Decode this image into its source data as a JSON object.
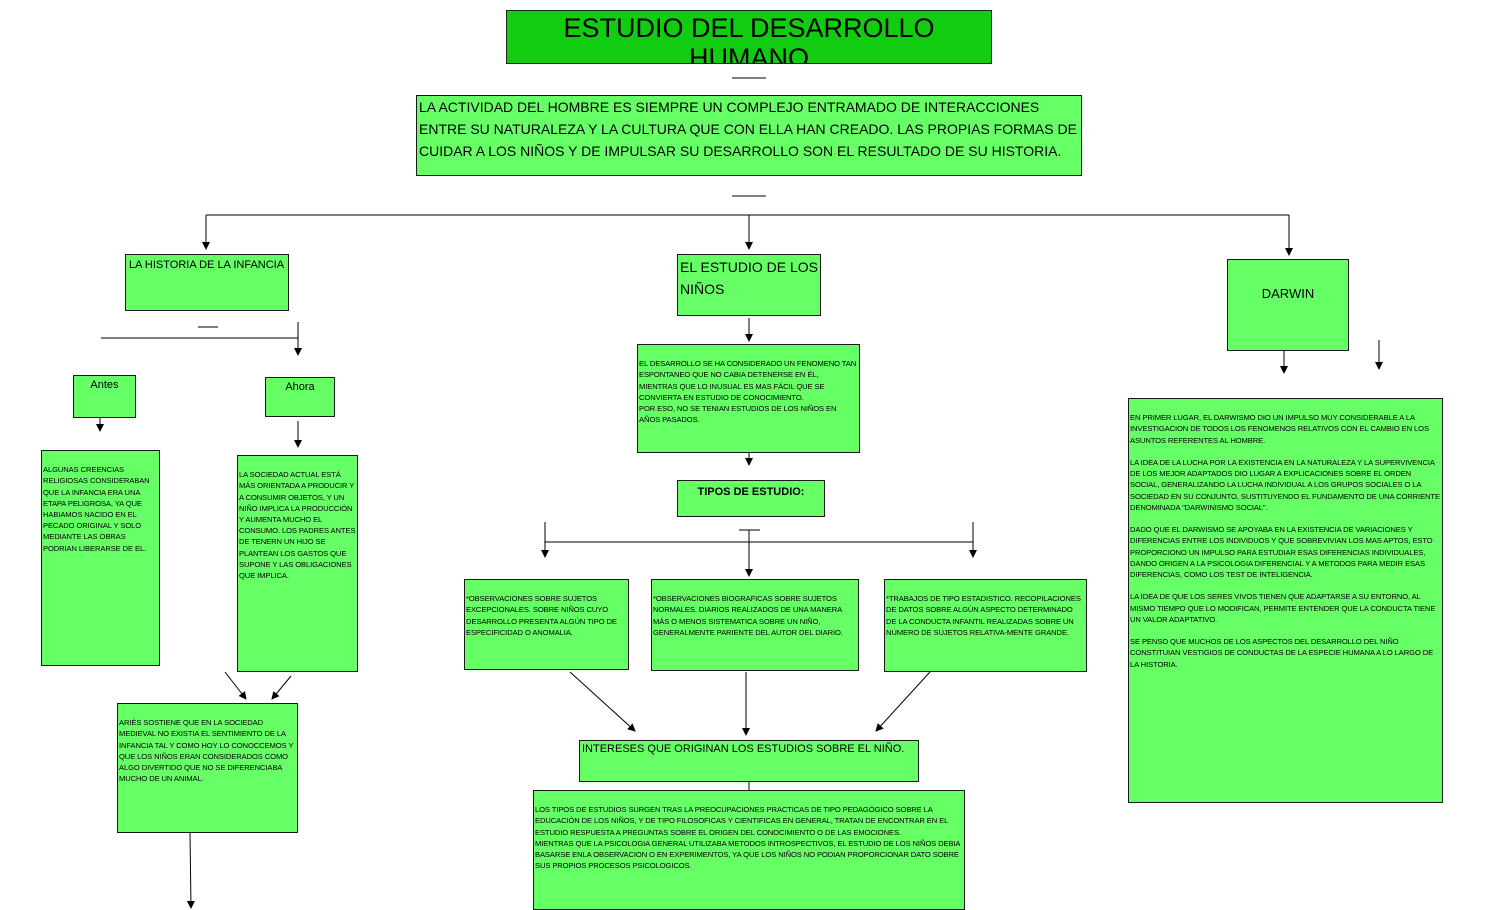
{
  "title": "ESTUDIO DEL DESARROLLO HUMANO",
  "intro": "LA ACTIVIDAD DEL HOMBRE ES SIEMPRE UN COMPLEJO ENTRAMADO DE INTERACCIONES ENTRE SU NATURALEZA Y LA CULTURA QUE CON ELLA HAN CREADO. LAS PROPIAS FORMAS DE CUIDAR A LOS NIÑOS Y DE IMPULSAR SU DESARROLLO SON EL RESULTADO DE SU HISTORIA.",
  "historia": {
    "heading": "LA HISTORIA DE LA INFANCIA",
    "antes": "Antes",
    "ahora": "Ahora",
    "antes_text": "ALGUNAS CREENCIAS RELIGIOSAS CONSIDERABAN QUE LA INFANCIA ERA UNA ETAPA PELIGROSA, YA QUE HABIAMOS NACIDO EN EL PECADO ORIGINAL Y SOLO MEDIANTE LAS OBRAS PODRIAN LIBERARSE DE EL.",
    "ahora_text": "LA SOCIEDAD ACTUAL ESTÁ MÁS ORIENTADA  A PRODUCIR Y  A CONSUMIR OBJETOS, Y UN NIÑO IMPLICA LA PRODUCCIÓN Y AUMENTA MUCHO EL CONSUMO. LOS PADRES ANTES DE TENERN UN HIJO SE PLANTEAN LOS GASTOS QUE SUPONE Y LAS OBLIGACIONES QUE IMPLICA.",
    "aries_text": "ARIÉS SOSTIENE QUE EN LA SOCIEDAD MEDIEVAL NO EXISTIA EL SENTIMIENTO DE LA INFANCIA TAL Y COMO HOY LO CONOCCEMOS Y QUE LOS NIÑOS ERAN CONSIDERADOS COMO ALGO DIVERTIDO QUE  NO SE DIFERENCIABA MUCHO DE UN ANIMAL."
  },
  "estudio": {
    "heading": "EL ESTUDIO DE LOS NIÑOS",
    "desarrollo_text": "EL DESARROLLO SE HA CONSIDERADO UN FENOMENO TAN ESPONTANEO QUE NO CABIA DETENERSE EN ÉL, MIENTRAS QUE LO INUSUAL ES MAS FÁCIL QUE SE CONVIERTA EN ESTUDIO DE CONOCIMIENTO.\nPOR ESO, NO SE TENIAN ESTUDIOS DE LOS NIÑOS EN AÑOS PASADOS.",
    "tipos_heading": "TIPOS DE ESTUDIO:",
    "tipos": [
      "*OBSERVACIONES SOBRE SUJETOS EXCEPCIONALES. SOBRE NIÑOS CUYO DESARROLLO PRESENTA ALGÚN TIPO DE ESPECIFICIDAD O ANOMALIA.",
      "*OBSERVACIONES BIOGRAFICAS SOBRE SUJETOS NORMALES. DIARIOS REALIZADOS DE UNA MANERA MÁS O MENOS SISTEMATICA SOBRE UN NIÑO, GENERALMENTE PARIENTE DEL AUTOR DEL DIARIO.",
      "*TRABAJOS DE TIPO ESTADISTICO. RECOPILACIONES DE DATOS SOBRE ALGÚN ASPECTO DETERMINADO DE LA CONDUCTA INFANTIL REALIZADAS SOBRE UN NÚMERO DE SUJETOS RELATIVA-MENTE GRANDE."
    ],
    "intereses_heading": "INTERESES QUE ORIGINAN LOS ESTUDIOS SOBRE EL NIÑO.",
    "intereses_text": "LOS TIPOS DE ESTUDIOS SURGEN TRAS LA PREOCUPACIONES PRACTICAS DE TIPO PEDAGÓGICO SOBRE LA EDUCACIÓN DE LOS NIÑOS, Y DE TIPO FILOSOFICAS Y CIENTIFICAS EN GENERAL, TRATAN DE ENCONTRAR EN EL ESTUDIO RESPUESTA A PREGUNTAS SOBRE EL ORIGEN DEL CONOCIMIENTO O DE LAS EMOCIONES.\nMIENTRAS QUE LA PSICOLOGIA GENERAL UTILIZABA METODOS INTROSPECTIVOS, EL ESTUDIO DE LOS NIÑOS DEBIA BASARSE ENLA OBSERVACION O EN EXPERIMENTOS, YA QUE LOS NIÑOS NO PODIAN PROPORCIONAR DATO SOBRE SUS PROPIOS PROCESOS PSICOLOGICOS."
  },
  "darwin": {
    "heading": "DARWIN",
    "text": "EN PRIMER LUGAR, EL DARWISMO DIO UN IMPULSO MUY CONSIDERABLE A LA INVESTIGACION DE TODOS LOS FENOMENOS RELATIVOS CON EL CAMBIO EN LOS ASUNTOS REFERENTES AL HOMBRE.\n\nLA IDEA DE LA LUCHA POR LA EXISTENCIA EN LA NATURALEZA Y LA SUPERVIVENCIA DE LOS MEJOR ADAPTADOS DIO LUGAR A EXPLICACIONES SOBRE EL ORDEN SOCIAL, GENERALIZANDO LA LUCHA INDIVIDUAL A LOS GRUPOS SOCIALES O LA SOCIEDAD EN SU CONJUNTO, SUSTITUYENDO EL FUNDAMENTO DE UNA CORRIENTE DENOMINADA \"DARWINISMO SOCIAL\".\n\nDADO QUE EL DARWISMO SE APOYABA EN LA EXISTENCIA DE VARIACIONES Y DIFERENCIAS ENTRE LOS INDIVIDUOS Y QUE SOBREVIVIAN LOS MAS APTOS, ESTO PROPORCIONO UN IMPULSO PARA ESTUDIAR ESAS DIFERENCIAS INDIVIDUALES, DANDO ORIGEN A LA PSICOLOGIA DIFERENCIAL Y A METODOS PARA MEDIR ESAS DIFERENCIAS, COMO LOS TEST DE INTELIGENCIA.\n\nLA IDEA DE QUE LOS SERES VIVOS TIENEN QUE ADAPTARSE A SU ENTORNO, AL MISMO TIEMPO QUE LO MODIFICAN, PERMITE ENTENDER QUE LA CONDUCTA TIENE UN VALOR ADAPTATIVO.\n\nSE PENSO QUE MUCHOS DE LOS ASPECTOS DEL DESARROLLO DEL NIÑO CONSTITUIAN VESTIGIOS DE CONDUCTAS DE LA ESPECIE HUMANA A LO LARGO DE LA HISTORIA."
  }
}
